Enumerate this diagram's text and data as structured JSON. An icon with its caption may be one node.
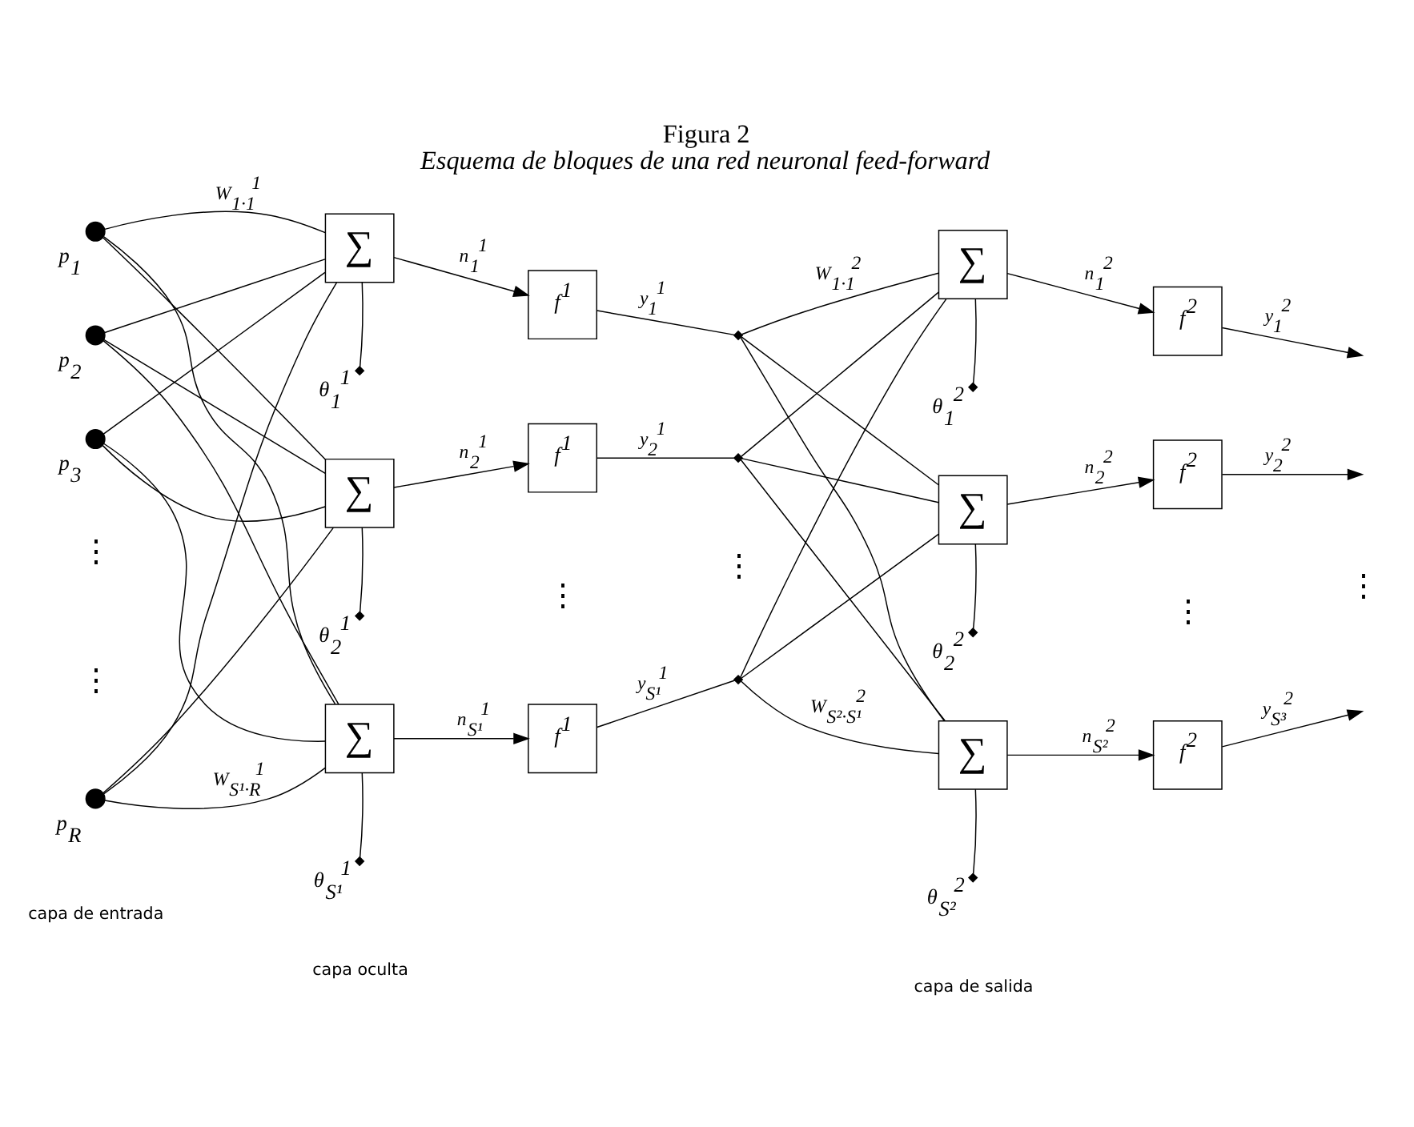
{
  "diagram": {
    "title": "Figura 2",
    "caption": "Esquema de bloques de una red neuronal feed-forward",
    "nodes": [
      {
        "text": [],
        "shape": "circle",
        "beside": [
          "p$_{1}$"
        ]
      },
      {
        "text": [],
        "shape": "circle",
        "beside": [
          "p$_{2}$"
        ]
      },
      {
        "text": [],
        "shape": "circle",
        "beside": [
          "p$_{3}$"
        ]
      },
      {
        "text": [],
        "shape": "circle",
        "beside": [
          "p$_{R}$"
        ]
      },
      {
        "text": [
          "∑"
        ]
      },
      {
        "text": [
          "∑"
        ]
      },
      {
        "text": [
          "∑"
        ]
      },
      {
        "text": [],
        "shape": "diamond",
        "beside": [
          "θ$_{1}$$^{1}$"
        ]
      },
      {
        "text": [],
        "shape": "diamond",
        "beside": [
          "θ$_{2}$$^{1}$"
        ]
      },
      {
        "text": [],
        "shape": "diamond",
        "beside": [
          "θ$_{S¹}$$^{1}$"
        ]
      },
      {
        "text": [
          "f$^{1}$"
        ]
      },
      {
        "text": [
          "f$^{1}$"
        ]
      },
      {
        "text": [
          "f$^{1}$"
        ]
      },
      {
        "text": [],
        "shape": "diamond"
      },
      {
        "text": [],
        "shape": "diamond"
      },
      {
        "text": [],
        "shape": "diamond"
      },
      {
        "text": [
          "∑"
        ]
      },
      {
        "text": [
          "∑"
        ]
      },
      {
        "text": [
          "∑"
        ]
      },
      {
        "text": [],
        "shape": "diamond",
        "beside": [
          "θ$_{1}$$^{2}$"
        ]
      },
      {
        "text": [],
        "shape": "diamond",
        "beside": [
          "θ$_{2}$$^{2}$"
        ]
      },
      {
        "text": [],
        "shape": "diamond",
        "beside": [
          "θ$_{S²}$$^{2}$"
        ]
      },
      {
        "text": [
          "f$^{2}$"
        ]
      },
      {
        "text": [
          "f$^{2}$"
        ]
      },
      {
        "text": [
          "f$^{2}$"
        ]
      }
    ],
    "edges": [
      {
        "from": 0,
        "to": 4,
        "arrow": "none",
        "label": "W$_{1·1}$$^{1}$"
      },
      {
        "from": 0,
        "to": 5,
        "arrow": "none"
      },
      {
        "from": 0,
        "to": 6,
        "arrow": "none"
      },
      {
        "from": 1,
        "to": 4,
        "arrow": "none"
      },
      {
        "from": 1,
        "to": 5,
        "arrow": "none"
      },
      {
        "from": 1,
        "to": 6,
        "arrow": "none"
      },
      {
        "from": 2,
        "to": 4,
        "arrow": "none"
      },
      {
        "from": 2,
        "to": 5,
        "arrow": "none"
      },
      {
        "from": 2,
        "to": 6,
        "arrow": "none"
      },
      {
        "from": 3,
        "to": 4,
        "arrow": "none"
      },
      {
        "from": 3,
        "to": 5,
        "arrow": "none"
      },
      {
        "from": 3,
        "to": 6,
        "arrow": "none",
        "label": "W$_{S¹·R}$$^{1}$"
      },
      {
        "from": 7,
        "to": 4,
        "arrow": "none"
      },
      {
        "from": 8,
        "to": 5,
        "arrow": "none"
      },
      {
        "from": 9,
        "to": 6,
        "arrow": "none"
      },
      {
        "from": 4,
        "to": 10,
        "arrow": "to",
        "label": "n$_{1}$$^{1}$"
      },
      {
        "from": 5,
        "to": 11,
        "arrow": "to",
        "label": "n$_{2}$$^{1}$"
      },
      {
        "from": 6,
        "to": 12,
        "arrow": "to",
        "label": "n$_{S¹}$$^{1}$"
      },
      {
        "from": 10,
        "to": 13,
        "arrow": "none",
        "label": "y$_{1}$$^{1}$"
      },
      {
        "from": 11,
        "to": 14,
        "arrow": "none",
        "label": "y$_{2}$$^{1}$"
      },
      {
        "from": 12,
        "to": 15,
        "arrow": "none",
        "label": "y$_{S¹}$$^{1}$"
      },
      {
        "from": 13,
        "to": 16,
        "arrow": "none",
        "label": "W$_{1·1}$$^{2}$"
      },
      {
        "from": 13,
        "to": 17,
        "arrow": "none"
      },
      {
        "from": 13,
        "to": 18,
        "arrow": "none"
      },
      {
        "from": 14,
        "to": 16,
        "arrow": "none"
      },
      {
        "from": 14,
        "to": 17,
        "arrow": "none"
      },
      {
        "from": 14,
        "to": 18,
        "arrow": "none"
      },
      {
        "from": 15,
        "to": 16,
        "arrow": "none"
      },
      {
        "from": 15,
        "to": 17,
        "arrow": "none"
      },
      {
        "from": 15,
        "to": 18,
        "arrow": "none",
        "label": "W$_{S²·S¹}$$^{2}$"
      },
      {
        "from": 19,
        "to": 16,
        "arrow": "none"
      },
      {
        "from": 20,
        "to": 17,
        "arrow": "none"
      },
      {
        "from": 21,
        "to": 18,
        "arrow": "none"
      },
      {
        "from": 16,
        "to": 22,
        "arrow": "to",
        "label": "n$_{1}$$^{2}$"
      },
      {
        "from": 17,
        "to": 23,
        "arrow": "to",
        "label": "n$_{2}$$^{2}$"
      },
      {
        "from": 18,
        "to": 24,
        "arrow": "to",
        "label": "n$_{S²}$$^{2}$"
      },
      {
        "from": 22,
        "to": null,
        "arrow": "to",
        "label": "y$_{1}$$^{2}$"
      },
      {
        "from": 23,
        "to": null,
        "arrow": "to",
        "label": "y$_{2}$$^{2}$"
      },
      {
        "from": 24,
        "to": null,
        "arrow": "to",
        "label": "y$_{S³}$$^{2}$"
      }
    ],
    "labels": [
      "⋮",
      "⋮",
      "⋮",
      "⋮",
      "⋮",
      "⋮",
      "capa de entrada",
      "capa oculta",
      "capa de salida"
    ]
  }
}
